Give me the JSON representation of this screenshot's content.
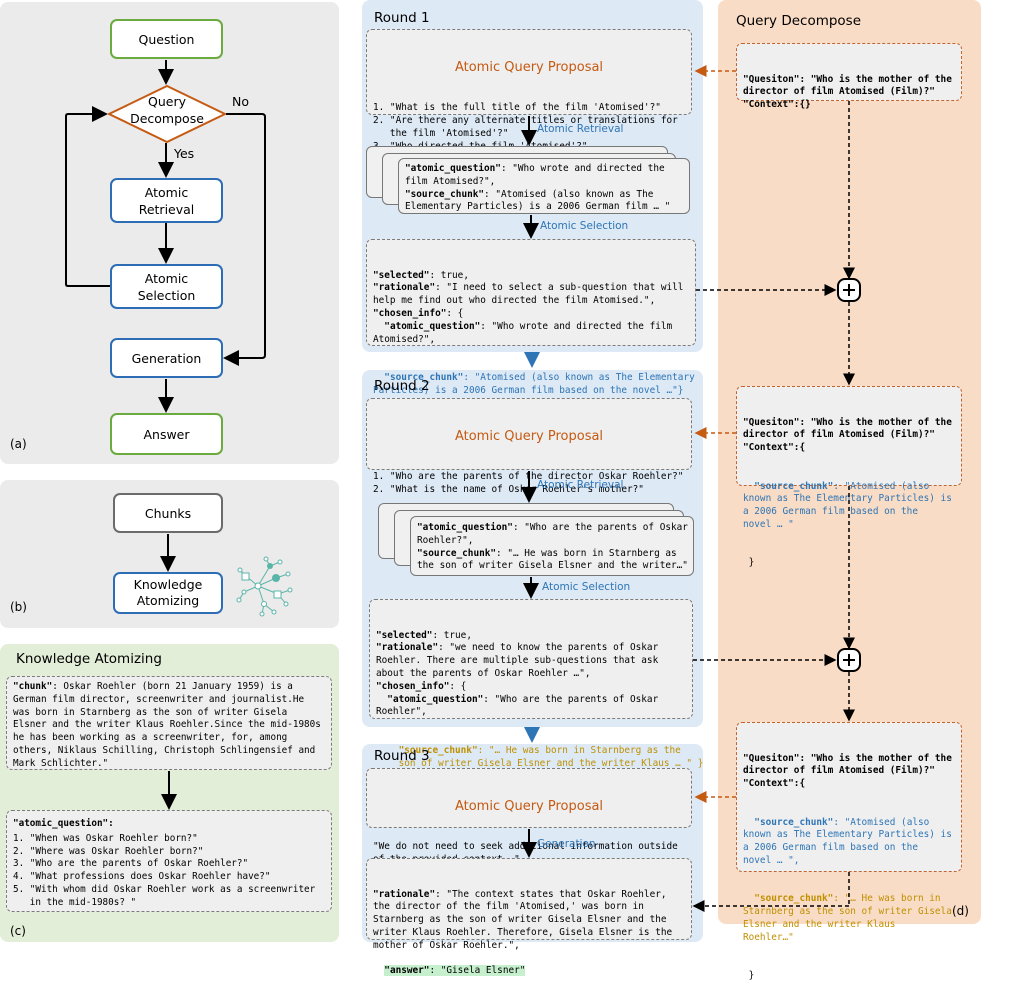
{
  "panel_a": {
    "question": "Question",
    "decompose": "Query\nDecompose",
    "atomic_retrieval": "Atomic\nRetrieval",
    "atomic_selection": "Atomic\nSelection",
    "generation": "Generation",
    "answer": "Answer",
    "yes": "Yes",
    "no": "No",
    "label": "(a)"
  },
  "panel_b": {
    "chunks": "Chunks",
    "knowledge_atomizing": "Knowledge\nAtomizing",
    "label": "(b)"
  },
  "panel_c": {
    "title": "Knowledge Atomizing",
    "chunk_text": "\"chunk\": Oskar Roehler (born 21 January 1959) is a\nGerman film director, screenwriter and journalist.He\nwas born in Starnberg as the son of writer Gisela\nElsner and the writer Klaus Roehler.Since the mid-1980s\nhe has been working as a screenwriter, for, among\nothers, Niklaus Schilling, Christoph Schlingensief and\nMark Schlichter.\"",
    "atomic_key": "\"atomic_question\":",
    "atomic_list": "1. \"When was Oskar Roehler born?\"\n2. \"Where was Oskar Roehler born?\"\n3. \"Who are the parents of Oskar Roehler?\"\n4. \"What professions does Oskar Roehler have?\"\n5. \"With whom did Oskar Roehler work as a screenwriter\n   in the mid-1980s? \"",
    "label": "(c)"
  },
  "round1": {
    "title": "Round 1",
    "proposal_title": "Atomic Query Proposal",
    "proposal_text": "1. \"What is the full title of the film 'Atomised'?\"\n2. \"Are there any alternate titles or translations for\n   the film 'Atomised'?\"\n3. \"Who directed the film 'Atomised'?\"\n   ...",
    "retrieval_label": "Atomic Retrieval",
    "card_text": "\"atomic_question\": \"Who wrote and directed the\nfilm Atomised?\",\n\"source_chunk\": \"Atomised (also known as The\nElementary Particles) is a 2006 German film … \"",
    "selection_label": "Atomic Selection",
    "selection_text": "\"selected\": true,\n\"rationale\": \"I need to select a sub-question that will\nhelp me find out who directed the film Atomised.\",\n\"chosen_info\": {\n  \"atomic_question\": \"Who wrote and directed the film\nAtomised?\",",
    "selection_source": "  \"source_chunk\": \"Atomised (also known as The Elementary\nParticles) is a 2006 German film based on the novel …\"}"
  },
  "round2": {
    "title": "Round 2",
    "proposal_title": "Atomic Query Proposal",
    "proposal_text": "1. \"Who are the parents of the director Oskar Roehler?\"\n2. \"What is the name of Oskar Roehler's mother?\"\n   ...",
    "retrieval_label": "Atomic Retrieval",
    "card_text": "\"atomic_question\": \"Who are the parents of Oskar\nRoehler?\",\n\"source_chunk\": \"… He was born in Starnberg as\nthe son of writer Gisela Elsner and the writer…\"",
    "selection_label": "Atomic Selection",
    "selection_text": "\"selected\": true,\n\"rationale\": \"we need to know the parents of Oskar\nRoehler. There are multiple sub-questions that ask\nabout the parents of Oskar Roehler …\",\n\"chosen_info\": {\n  \"atomic_question\": \"Who are the parents of Oskar\nRoehler\",",
    "selection_source": "    \"source_chunk\": \"… He was born in Starnberg as the\n    son of writer Gisela Elsner and the writer Klaus … \" }"
  },
  "round3": {
    "title": "Round 3",
    "proposal_title": "Atomic Query Proposal",
    "proposal_text": "\"We do not need to seek additional information outside\nof the provided context. \"",
    "generation_label": "Generation",
    "final_text": "\"rationale\": \"The context states that Oskar Roehler,\nthe director of the film 'Atomised,' was born in\nStarnberg as the son of writer Gisela Elsner and the\nwriter Klaus Roehler. Therefore, Gisela Elsner is the\nmother of Oskar Roehler.\",",
    "answer_line": "\"answer\": \"Gisela Elsner\""
  },
  "panel_d": {
    "title": "Query Decompose",
    "q1": "\"Quesiton\": \"Who is the mother of the\ndirector of film Atomised (Film)?\"\n\"Context\":{}",
    "q2_head": "\"Quesiton\": \"Who is the mother of the\ndirector of film Atomised (Film)?\"\n\"Context\":{",
    "q2_src": "  \"source_chunk\": \"Atomised (also\nknown as The Elementary Particles) is\na 2006 German film based on the\nnovel … \"",
    "q2_tail": " }",
    "q3_head": "\"Quesiton\": \"Who is the mother of the\ndirector of film Atomised (Film)?\"\n\"Context\":{",
    "q3_src1": "  \"source_chunk\": \"Atomised (also\nknown as The Elementary Particles) is\na 2006 German film based on the\nnovel … \",",
    "q3_src2": "  \"source_chunk\": \"… He was born in\nStarnberg as the son of writer Gisela\nElsner and the writer Klaus\nRoehler…\"",
    "q3_tail": " }",
    "label": "(d)"
  }
}
